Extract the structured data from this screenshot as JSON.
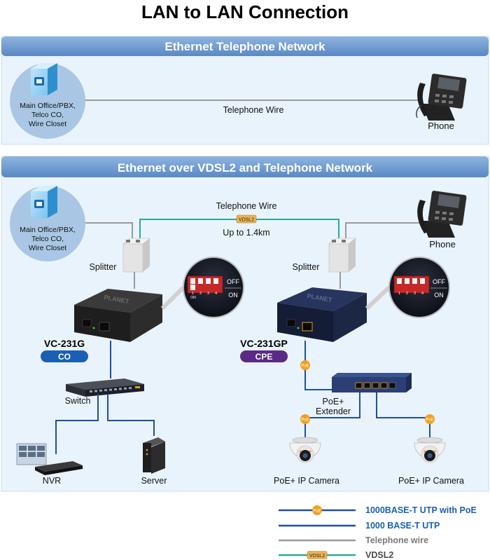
{
  "title": "LAN to LAN Connection",
  "section1": {
    "header": "Ethernet Telephone Network",
    "office_label_lines": [
      "Main Office/PBX,",
      "Telco CO,",
      "Wire Closet"
    ],
    "wire_label": "Telephone Wire",
    "phone_label": "Phone"
  },
  "section2": {
    "header": "Ethernet over VDSL2 and Telephone Network",
    "office_label_lines": [
      "Main Office/PBX,",
      "Telco CO,",
      "Wire Closet"
    ],
    "wire_label": "Telephone Wire",
    "distance_label": "Up to 1.4km",
    "vdsl_tag": "VDSL2",
    "phone_label": "Phone",
    "splitter_left": "Splitter",
    "splitter_right": "Splitter",
    "device_left": {
      "model": "VC-231G",
      "badge": "CO",
      "brand": "PLANET"
    },
    "device_right": {
      "model": "VC-231GP",
      "badge": "CPE",
      "brand": "PLANET"
    },
    "dip": {
      "off": "OFF",
      "on": "ON",
      "switches": [
        "1",
        "2",
        "3",
        "4"
      ],
      "on_mark": "ON"
    },
    "switch_label": "Switch",
    "nvr_label": "NVR",
    "server_label": "Server",
    "extender_label_lines": [
      "PoE+",
      "Extender"
    ],
    "camera_left_label": "PoE+ IP Camera",
    "camera_right_label": "PoE+ IP Camera",
    "poe_tag": "PoE"
  },
  "legend": [
    {
      "label": "1000BASE-T UTP with PoE",
      "color": "#1f4fa0",
      "tag": "PoE"
    },
    {
      "label": "1000 BASE-T UTP",
      "color": "#1f4fa0",
      "tag": ""
    },
    {
      "label": "Telephone wire",
      "color": "#7a7a7a",
      "tag": ""
    },
    {
      "label": "VDSL2",
      "color": "#2aa99a",
      "tag": "VDSL2"
    }
  ],
  "colors": {
    "header_band": "#6f9bd0",
    "panel_bg": "#e9f3fb",
    "blue_line": "#1f4fa0",
    "gray_line": "#9a9a9a",
    "teal_line": "#2aa99a",
    "co_badge": "#1a5fb4",
    "cpe_badge": "#5a2a86",
    "poe_dot": "#f0a020"
  }
}
